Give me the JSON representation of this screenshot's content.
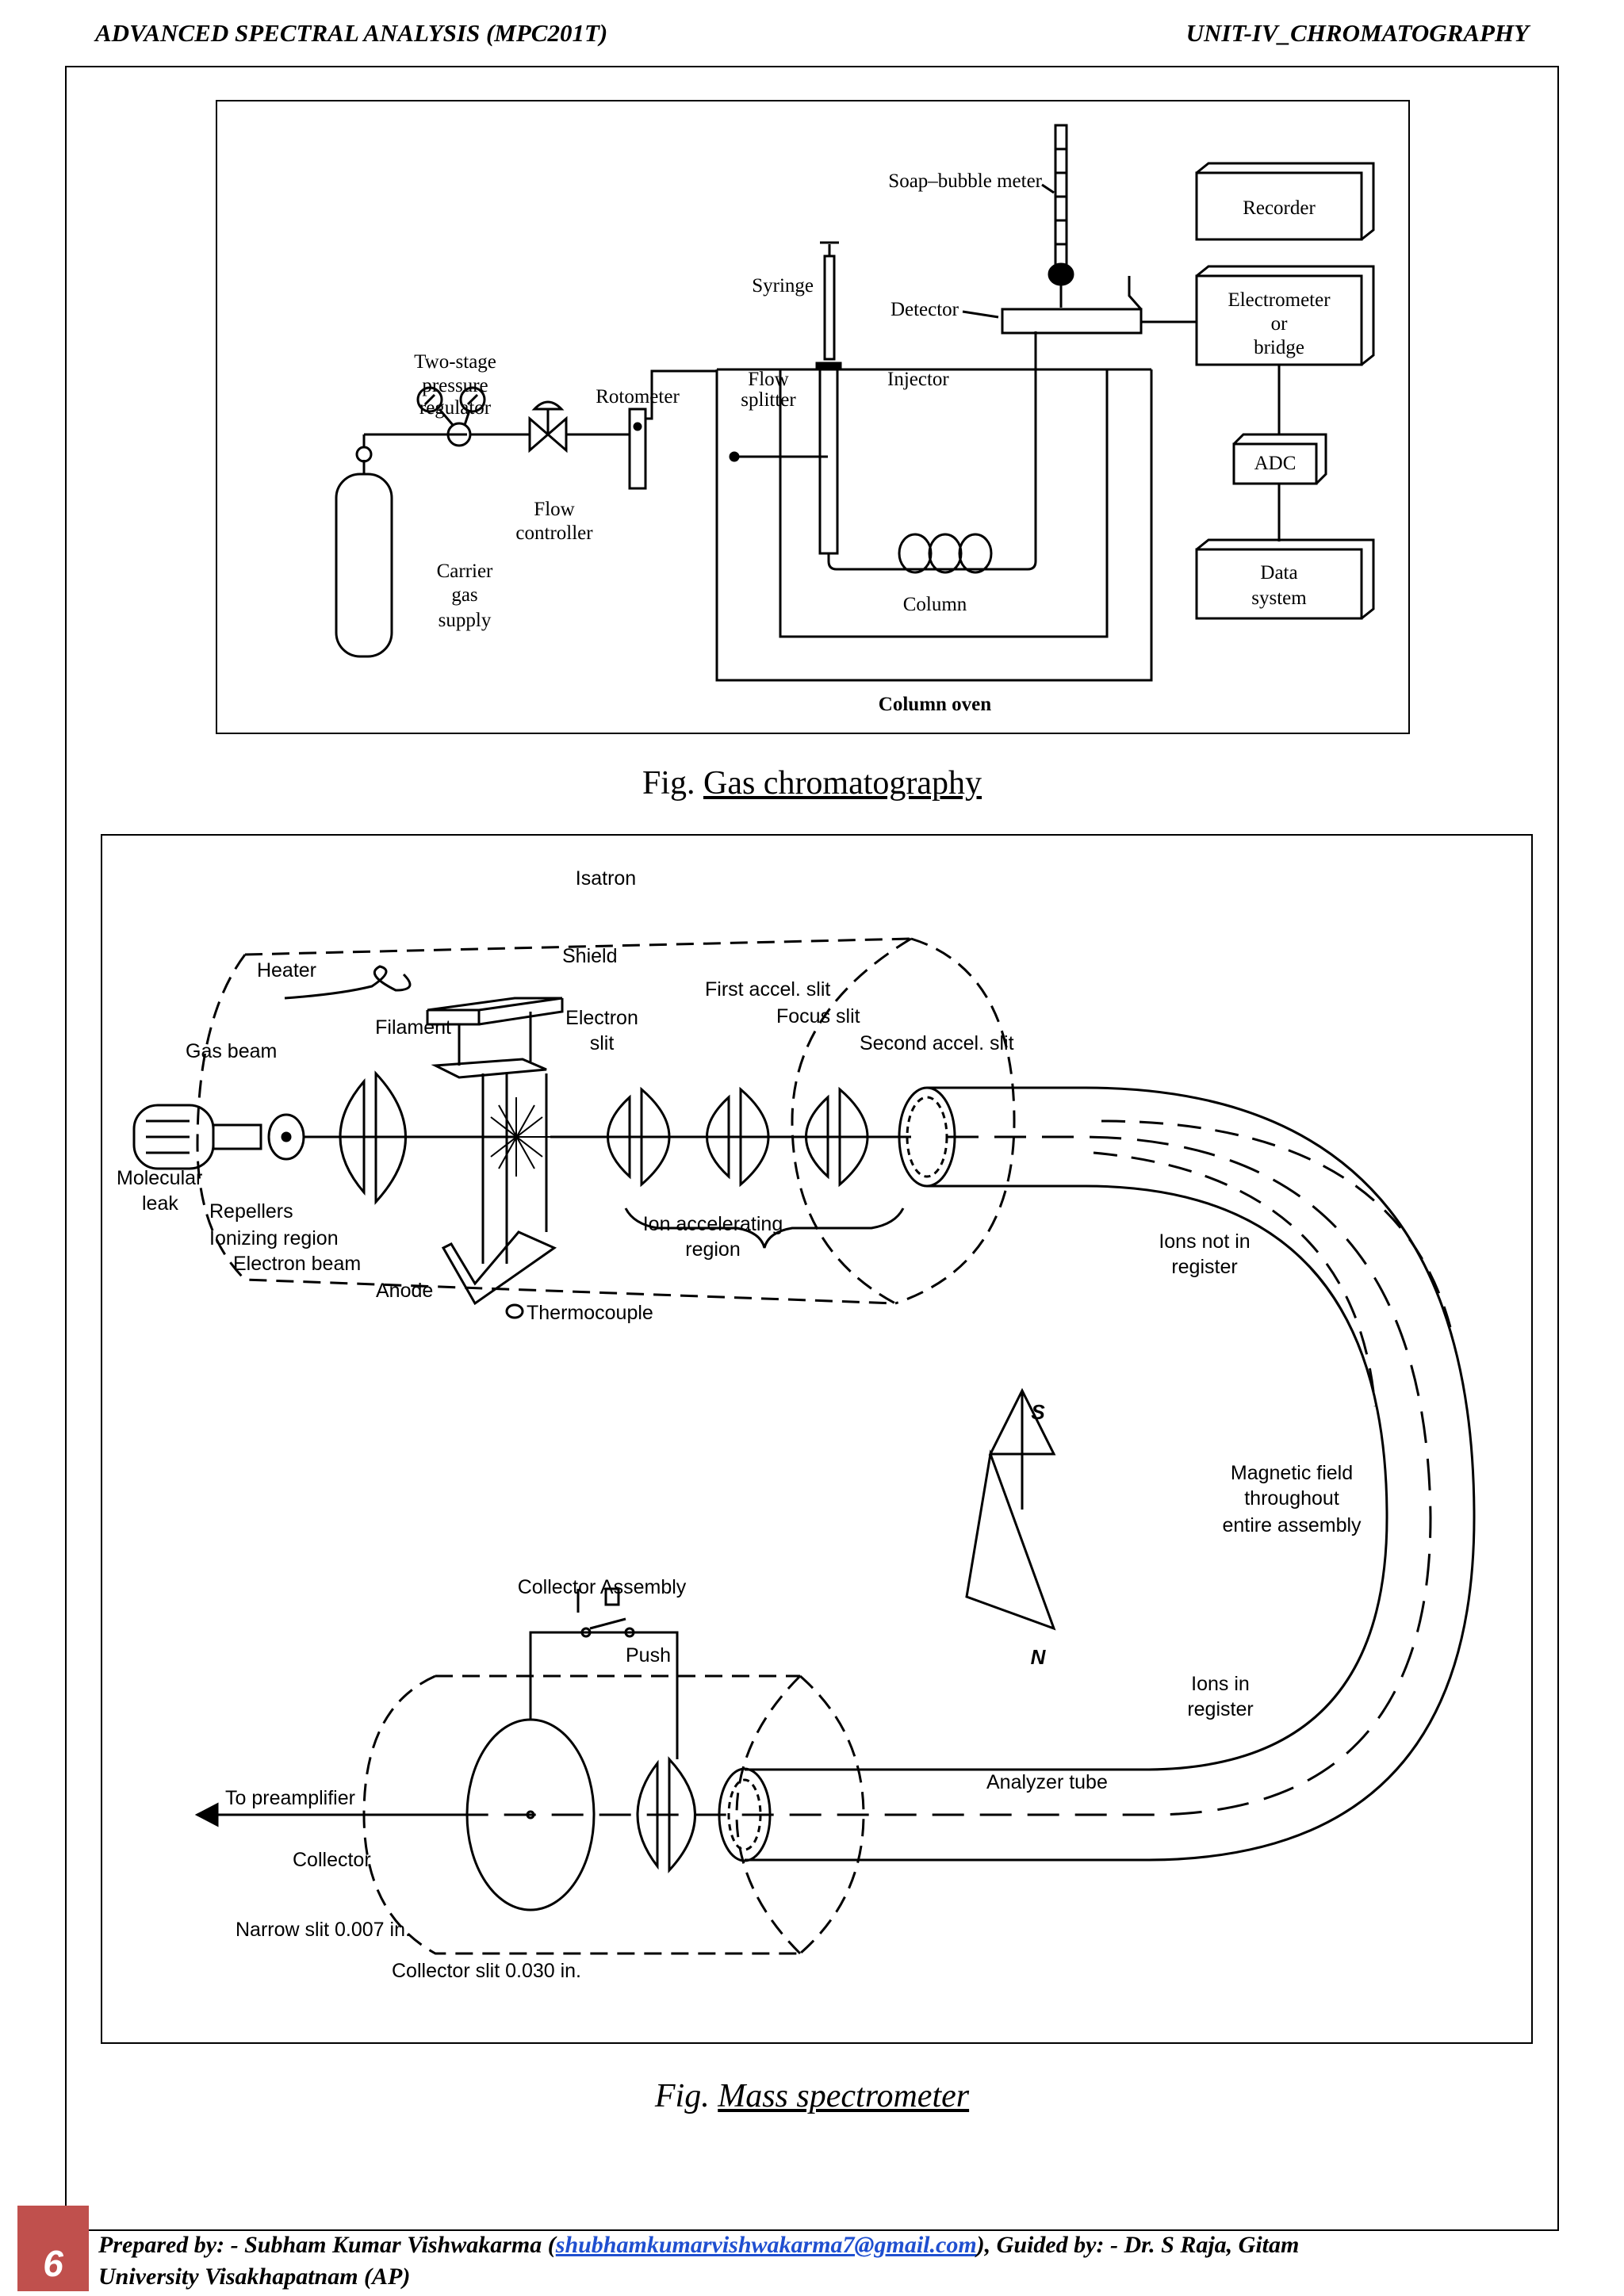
{
  "header": {
    "left": "ADVANCED SPECTRAL ANALYSIS (MPC201T)",
    "right": "UNIT-IV_CHROMATOGRAPHY"
  },
  "gc_figure": {
    "caption_prefix": "Fig.",
    "caption_title": "Gas chromatography",
    "labels": {
      "soap_bubble_meter": "Soap–bubble meter",
      "recorder": "Recorder",
      "syringe": "Syringe",
      "detector": "Detector",
      "electrometer_1": "Electrometer",
      "electrometer_2": "or",
      "electrometer_3": "bridge",
      "two_stage_1": "Two-stage",
      "two_stage_2": "pressure",
      "two_stage_3": "regulator",
      "rotometer": "Rotometer",
      "flow_splitter_1": "Flow",
      "flow_splitter_2": "splitter",
      "injector": "Injector",
      "adc": "ADC",
      "flow_controller_1": "Flow",
      "flow_controller_2": "controller",
      "carrier_1": "Carrier",
      "carrier_2": "gas",
      "carrier_3": "supply",
      "column": "Column",
      "data_system_1": "Data",
      "data_system_2": "system",
      "column_oven": "Column oven"
    }
  },
  "ms_figure": {
    "caption_prefix": "Fig.",
    "caption_title": "Mass spectrometer",
    "labels": {
      "isatron": "Isatron",
      "shield": "Shield",
      "heater": "Heater",
      "filament": "Filament",
      "first_accel_slit": "First accel. slit",
      "focus_slit": "Focus slit",
      "electron_slit_1": "Electron",
      "electron_slit_2": "slit",
      "second_accel_slit": "Second accel. slit",
      "gas_beam": "Gas beam",
      "molecular_leak_1": "Molecular",
      "molecular_leak_2": "leak",
      "repellers": "Repellers",
      "ionizing_region": "Ionizing region",
      "electron_beam": "Electron beam",
      "anode": "Anode",
      "thermocouple": "Thermocouple",
      "ion_accel_1": "Ion accelerating",
      "ion_accel_2": "region",
      "ions_not_1": "Ions not in",
      "ions_not_2": "register",
      "south": "S",
      "north": "N",
      "magnetic_1": "Magnetic field",
      "magnetic_2": "throughout",
      "magnetic_3": "entire assembly",
      "collector_assembly": "Collector Assembly",
      "push": "Push",
      "ions_in_1": "Ions in",
      "ions_in_2": "register",
      "analyzer_tube": "Analyzer tube",
      "to_preamplifier": "To preamplifier",
      "collector": "Collector",
      "narrow_slit": "Narrow slit 0.007 in.",
      "collector_slit": "Collector slit 0.030 in."
    }
  },
  "footer": {
    "page_number": "6",
    "prefix": "Prepared by: - Subham Kumar Vishwakarma (",
    "email": "shubhamkumarvishwakarma7@gmail.com",
    "suffix": "), Guided by: - Dr. S Raja, Gitam",
    "line2": "University Visakhapatnam (AP)"
  },
  "colors": {
    "badge": "#c0504d",
    "link": "#1f4fd0"
  }
}
